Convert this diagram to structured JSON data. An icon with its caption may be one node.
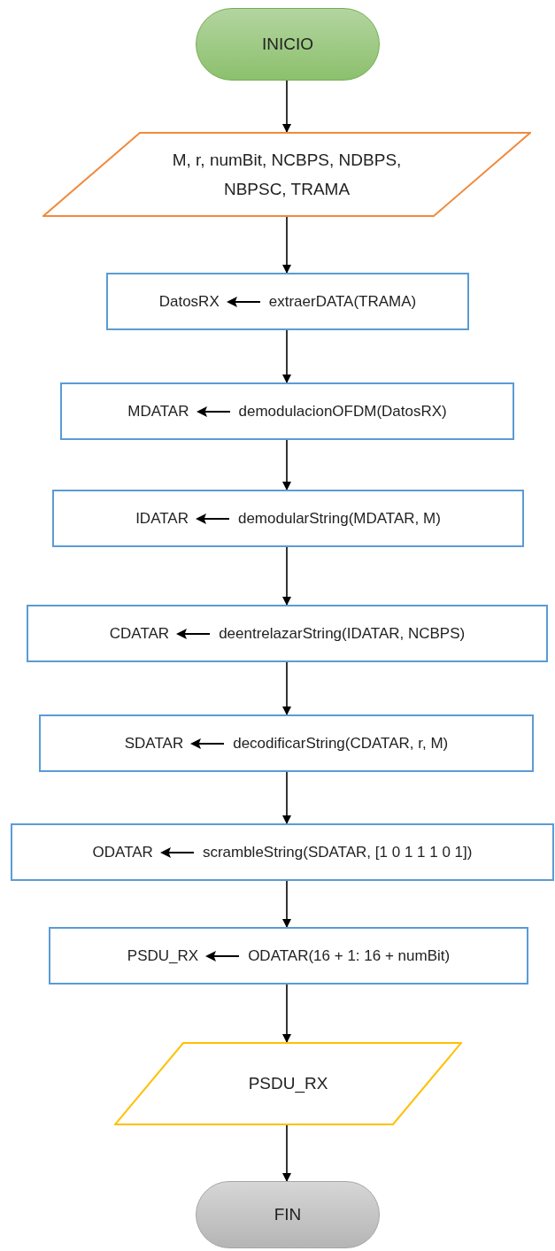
{
  "diagram": {
    "nodes": [
      {
        "text": [
          "INICIO"
        ]
      },
      {
        "text": [
          "M, r, numBit, NCBPS, NDBPS, NBPSC, TRAMA"
        ]
      },
      {
        "text": [
          "DatosRX",
          "extraerDATA(TRAMA)"
        ]
      },
      {
        "text": [
          "MDATAR",
          "demodulacionOFDM(DatosRX)"
        ]
      },
      {
        "text": [
          "IDATAR",
          "demodularString(MDATAR, M)"
        ]
      },
      {
        "text": [
          "CDATAR",
          "deentrelazarString(IDATAR, NCBPS)"
        ]
      },
      {
        "text": [
          "SDATAR",
          "decodificarString(CDATAR, r, M)"
        ]
      },
      {
        "text": [
          "ODATAR",
          "scrambleString(SDATAR, [1 0 1 1 1 0 1])"
        ]
      },
      {
        "text": [
          "PSDU_RX",
          "ODATAR(16 + 1: 16 + numBit)"
        ]
      },
      {
        "text": [
          "PSDU_RX"
        ]
      },
      {
        "text": [
          "FIN"
        ]
      }
    ],
    "edges": [
      {
        "from": 0,
        "to": 1,
        "arrow": "to"
      },
      {
        "from": 1,
        "to": 2,
        "arrow": "to"
      },
      {
        "from": 2,
        "to": 3,
        "arrow": "to"
      },
      {
        "from": 3,
        "to": 4,
        "arrow": "to"
      },
      {
        "from": 4,
        "to": 5,
        "arrow": "to"
      },
      {
        "from": 5,
        "to": 6,
        "arrow": "to"
      },
      {
        "from": 6,
        "to": 7,
        "arrow": "to"
      },
      {
        "from": 7,
        "to": 8,
        "arrow": "to"
      },
      {
        "from": 8,
        "to": 9,
        "arrow": "to"
      },
      {
        "from": 9,
        "to": 10,
        "arrow": "to"
      }
    ]
  }
}
